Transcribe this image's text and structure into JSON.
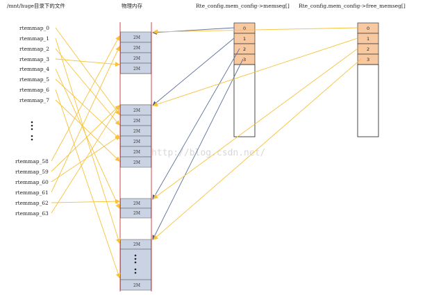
{
  "headers": {
    "files": "/mnt/huge目录下的文件",
    "memory": "物理内存",
    "memseg": "Rte_config.mem_config->memseg[]",
    "free_memseg": "Rte_config.mem_config->free_memseg[]"
  },
  "rtemaps_top": [
    "rtemmap_0",
    "rtemmap_1",
    "rtemmap_2",
    "rtemmap_3",
    "rtemmap_4",
    "rtemmap_5",
    "rtemmap_6",
    "rtemmap_7"
  ],
  "rtemaps_bottom": [
    "rtemmap_58",
    "rtemmap_59",
    "rtemmap_60",
    "rtemmap_61",
    "rtemmap_62",
    "rtemmap_63"
  ],
  "block_label": "2M",
  "memseg_indices": [
    "0",
    "1",
    "2",
    "3"
  ],
  "free_memseg_indices": [
    "0",
    "1",
    "2",
    "3"
  ],
  "watermark": "http://blog.csdn.net/",
  "colors": {
    "block_fill": "#c9d3e3",
    "seg_fill": "#f8c9a0",
    "yellow_arrow": "#f5c23a",
    "blue_arrow": "#5a6f9a",
    "red_edge": "#d94040"
  }
}
